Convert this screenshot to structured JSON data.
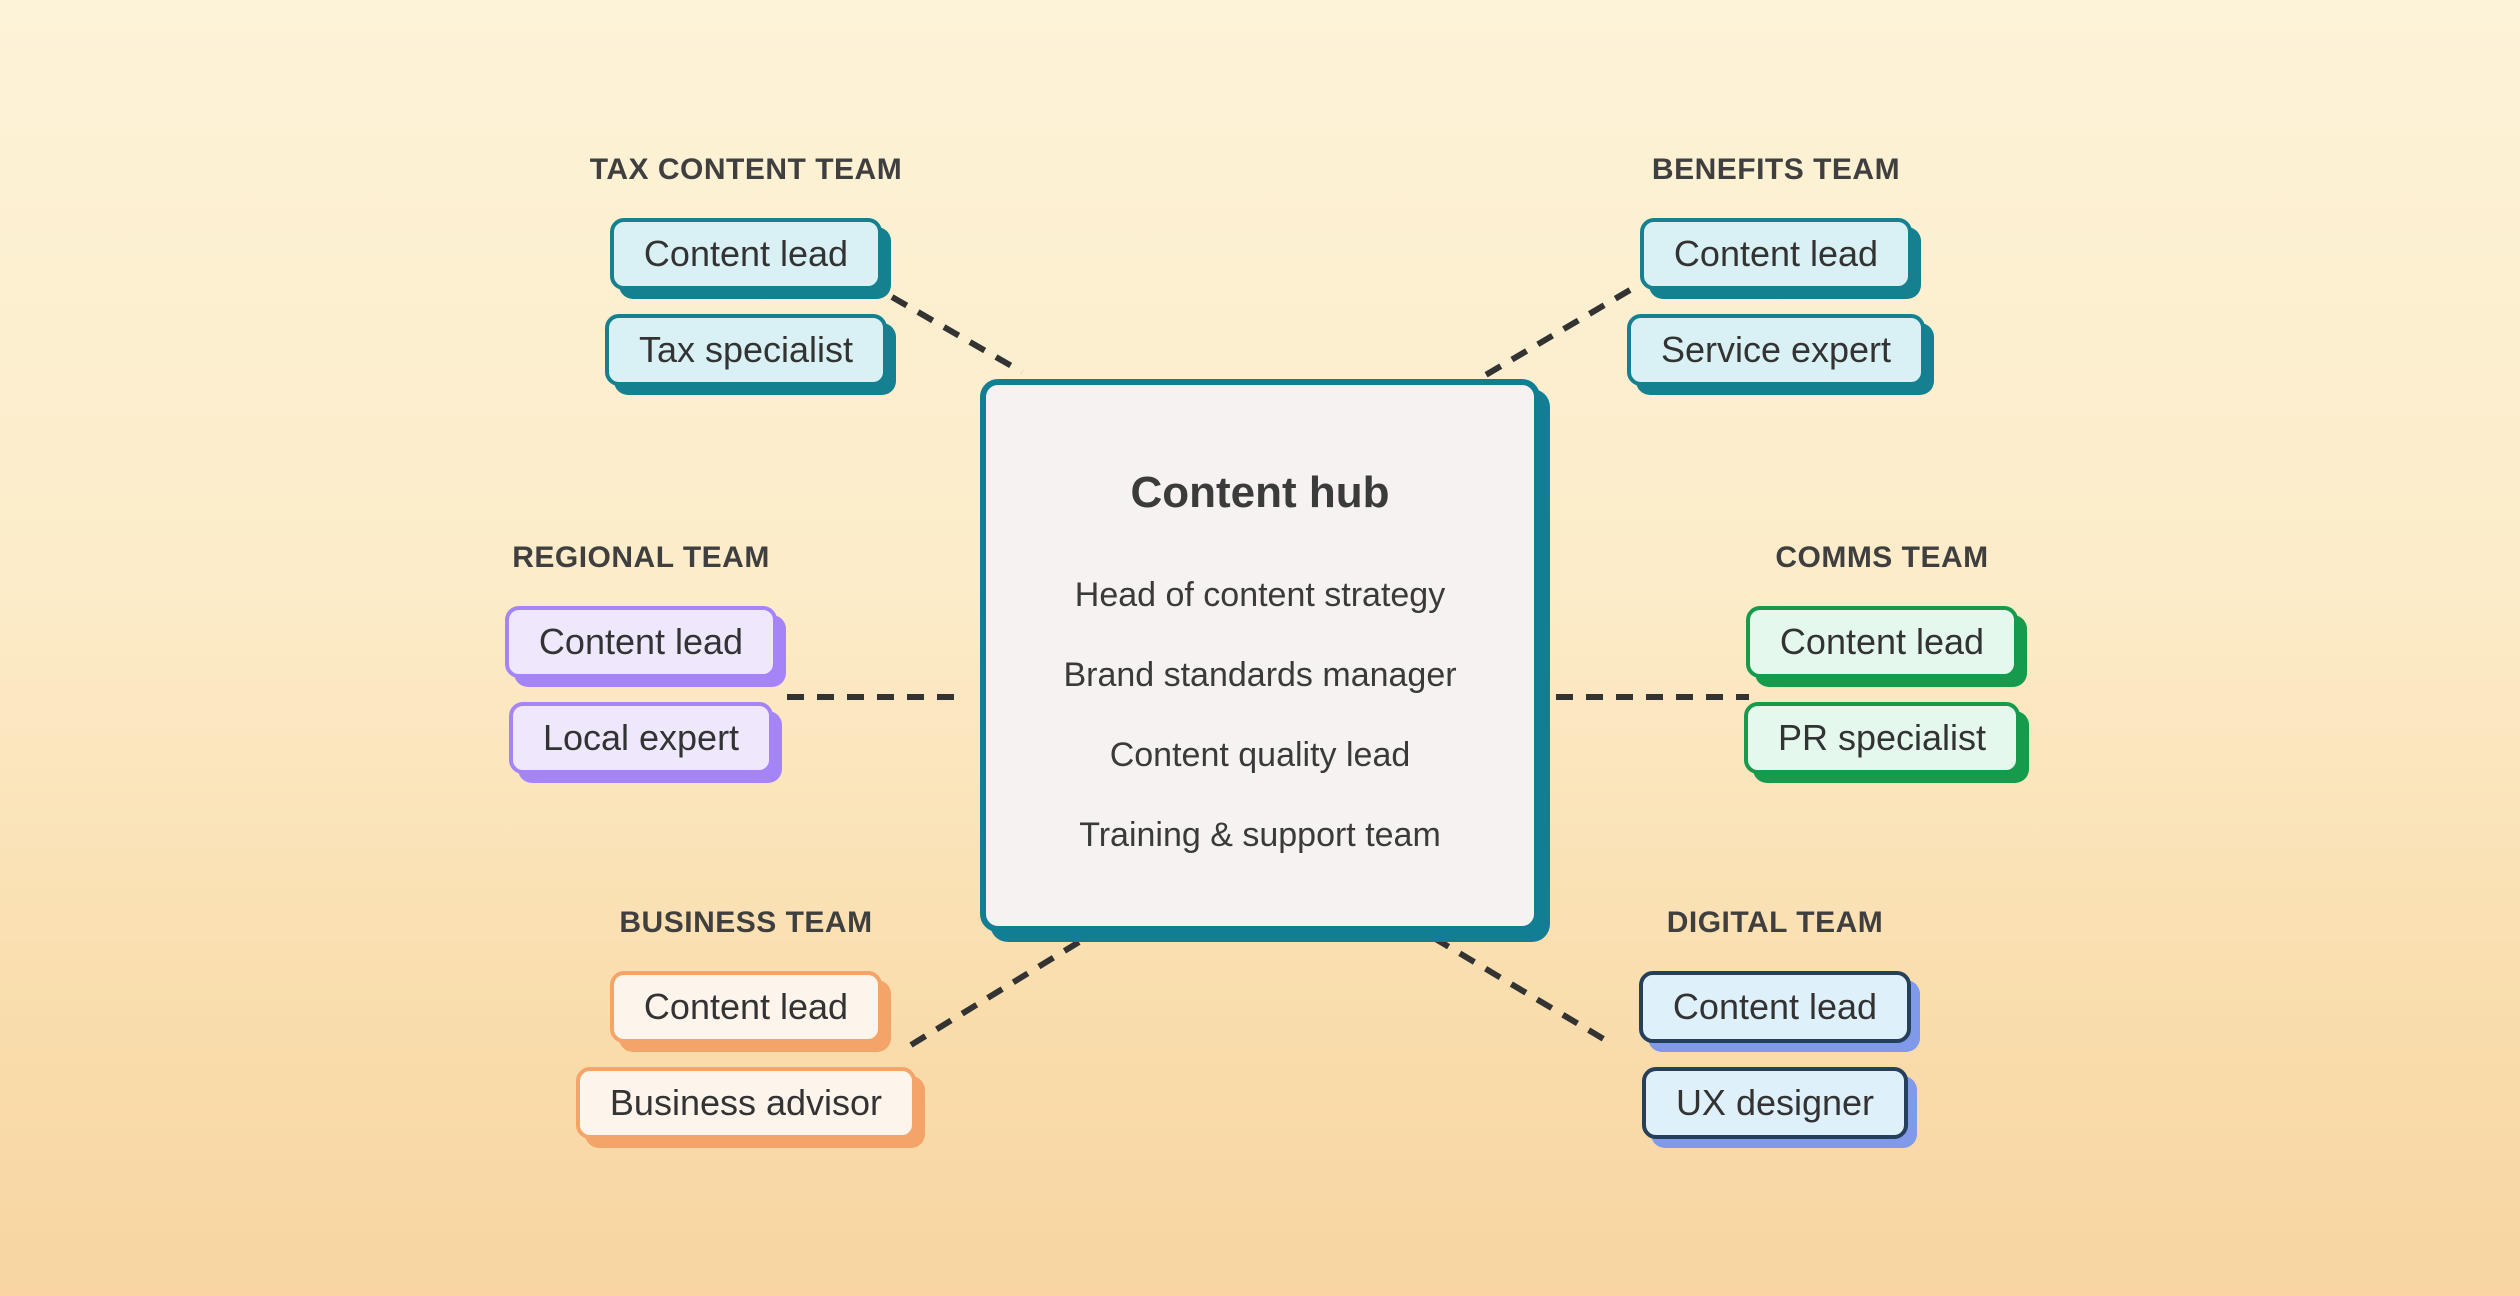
{
  "background": {
    "top_color": "#fdf3d8",
    "bottom_color": "#f8d5a2"
  },
  "hub": {
    "title": "Content hub",
    "roles": [
      "Head of content strategy",
      "Brand standards manager",
      "Content quality lead",
      "Training & support team"
    ],
    "fill_color": "#f6f2f1",
    "border_color": "#117e94"
  },
  "teams": [
    {
      "label": "TAX CONTENT TEAM",
      "roles": [
        "Content lead",
        "Tax specialist"
      ],
      "accent": "#15808f",
      "fill": "#d9f1f4",
      "shadow": "#15808f"
    },
    {
      "label": "BENEFITS TEAM",
      "roles": [
        "Content lead",
        "Service expert"
      ],
      "accent": "#15808f",
      "fill": "#d9f1f4",
      "shadow": "#15808f"
    },
    {
      "label": "REGIONAL TEAM",
      "roles": [
        "Content lead",
        "Local expert"
      ],
      "accent": "#a584f8",
      "fill": "#efe8fd",
      "shadow": "#a584f8"
    },
    {
      "label": "COMMS TEAM",
      "roles": [
        "Content lead",
        "PR specialist"
      ],
      "accent": "#169a4b",
      "fill": "#e5f8ed",
      "shadow": "#169a4b"
    },
    {
      "label": "BUSINESS TEAM",
      "roles": [
        "Content lead",
        "Business advisor"
      ],
      "accent": "#f5a469",
      "fill": "#fdf5ec",
      "shadow": "#f5a469"
    },
    {
      "label": "DIGITAL TEAM",
      "roles": [
        "Content lead",
        "UX designer"
      ],
      "accent": "#24405a",
      "fill": "#def0f9",
      "shadow": "#8199e9"
    }
  ],
  "connections": [
    {
      "from": "TAX CONTENT TEAM",
      "to": "Content hub"
    },
    {
      "from": "BENEFITS TEAM",
      "to": "Content hub"
    },
    {
      "from": "REGIONAL TEAM",
      "to": "Content hub"
    },
    {
      "from": "COMMS TEAM",
      "to": "Content hub"
    },
    {
      "from": "BUSINESS TEAM",
      "to": "Content hub"
    },
    {
      "from": "DIGITAL TEAM",
      "to": "Content hub"
    }
  ],
  "connector_color": "#333333",
  "label_color": "#3f3f3f"
}
